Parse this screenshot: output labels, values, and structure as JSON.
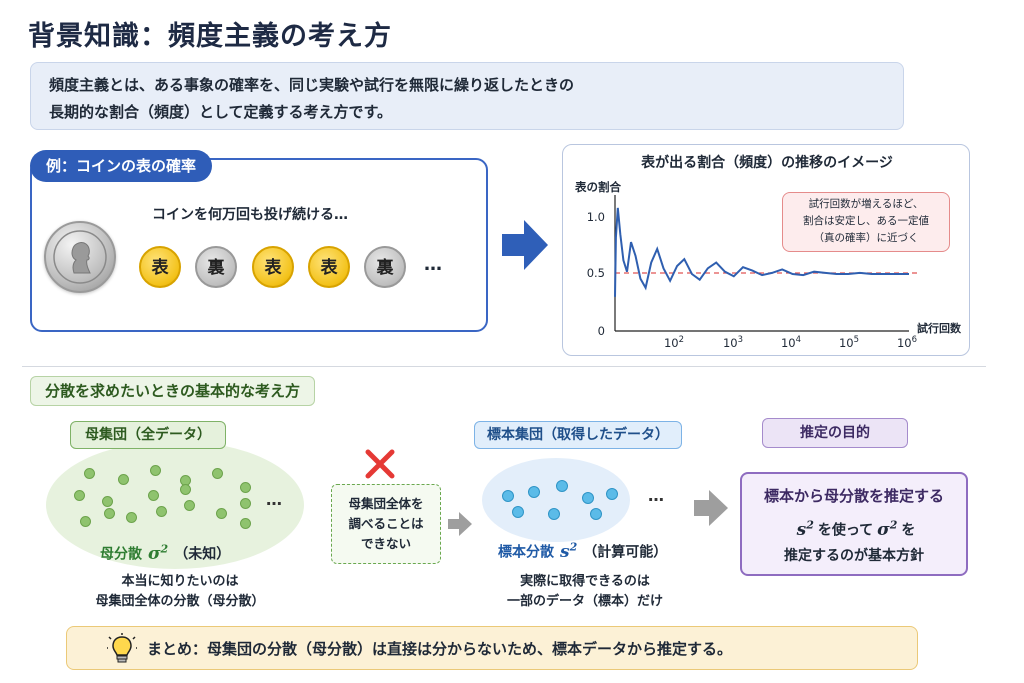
{
  "title": "背景知識：頻度主義の考え方",
  "intro": {
    "line1": "頻度主義とは、ある事象の確率を、同じ実験や試行を無限に繰り返したときの",
    "line2": "長期的な割合（頻度）として定義する考え方です。"
  },
  "example": {
    "badge": "例：コインの表の確率",
    "toss_label": "コインを何万回も投げ続ける…",
    "coins": [
      {
        "label": "表",
        "kind": "omote"
      },
      {
        "label": "裏",
        "kind": "ura"
      },
      {
        "label": "表",
        "kind": "omote"
      },
      {
        "label": "表",
        "kind": "omote"
      },
      {
        "label": "裏",
        "kind": "ura"
      }
    ],
    "more": "…"
  },
  "chart_data": {
    "type": "line",
    "title": "表が出る割合（頻度）の推移のイメージ",
    "ylabel": "表の割合",
    "xlabel": "試行回数",
    "ylim": [
      0,
      1.2
    ],
    "y_ticks": [
      "0",
      "0.5",
      "1.0"
    ],
    "x_ticks": [
      {
        "base": "10",
        "exp": "2"
      },
      {
        "base": "10",
        "exp": "3"
      },
      {
        "base": "10",
        "exp": "4"
      },
      {
        "base": "10",
        "exp": "5"
      },
      {
        "base": "10",
        "exp": "6"
      }
    ],
    "reference_line": 0.5,
    "series_color": "#2f5fb0",
    "reference_color": "#e05555",
    "series": [
      {
        "values": [
          0.3,
          0.82,
          1.08,
          0.85,
          0.62,
          0.52,
          0.78,
          0.66,
          0.46,
          0.38,
          0.6,
          0.72,
          0.55,
          0.44,
          0.57,
          0.63,
          0.5,
          0.45,
          0.55,
          0.6,
          0.52,
          0.48,
          0.56,
          0.53,
          0.49,
          0.51,
          0.54,
          0.5,
          0.49,
          0.52,
          0.51,
          0.5,
          0.5,
          0.51,
          0.5,
          0.5,
          0.5,
          0.5
        ]
      }
    ]
  },
  "callout": {
    "line1": "試行回数が増えるほど、",
    "line2": "割合は安定し、ある一定値",
    "line3": "（真の確率）に近づく"
  },
  "section_title": "分散を求めたいときの基本的な考え方",
  "population": {
    "label": "母集団（全データ）",
    "more": "…",
    "var_name": "母分散",
    "var_symbol": "σ",
    "var_exp": "2",
    "var_note": "（未知）",
    "desc1": "本当に知りたいのは",
    "desc2": "母集団全体の分散（母分散）"
  },
  "cannot": {
    "line1": "母集団全体を",
    "line2": "調べることは",
    "line3": "できない"
  },
  "sample": {
    "label": "標本集団（取得したデータ）",
    "more": "…",
    "var_name": "標本分散",
    "var_symbol": "s",
    "var_exp": "2",
    "var_note": "（計算可能）",
    "desc1": "実際に取得できるのは",
    "desc2": "一部のデータ（標本）だけ"
  },
  "purpose": {
    "label": "推定の目的",
    "title": "標本から母分散を推定する",
    "sym1": "s",
    "exp1": "2",
    "mid": "を使って",
    "sym2": "σ",
    "exp2": "2",
    "end": "を",
    "line2": "推定するのが基本方針"
  },
  "summary": "まとめ：母集団の分散（母分散）は直接は分からないため、標本データから推定する。"
}
